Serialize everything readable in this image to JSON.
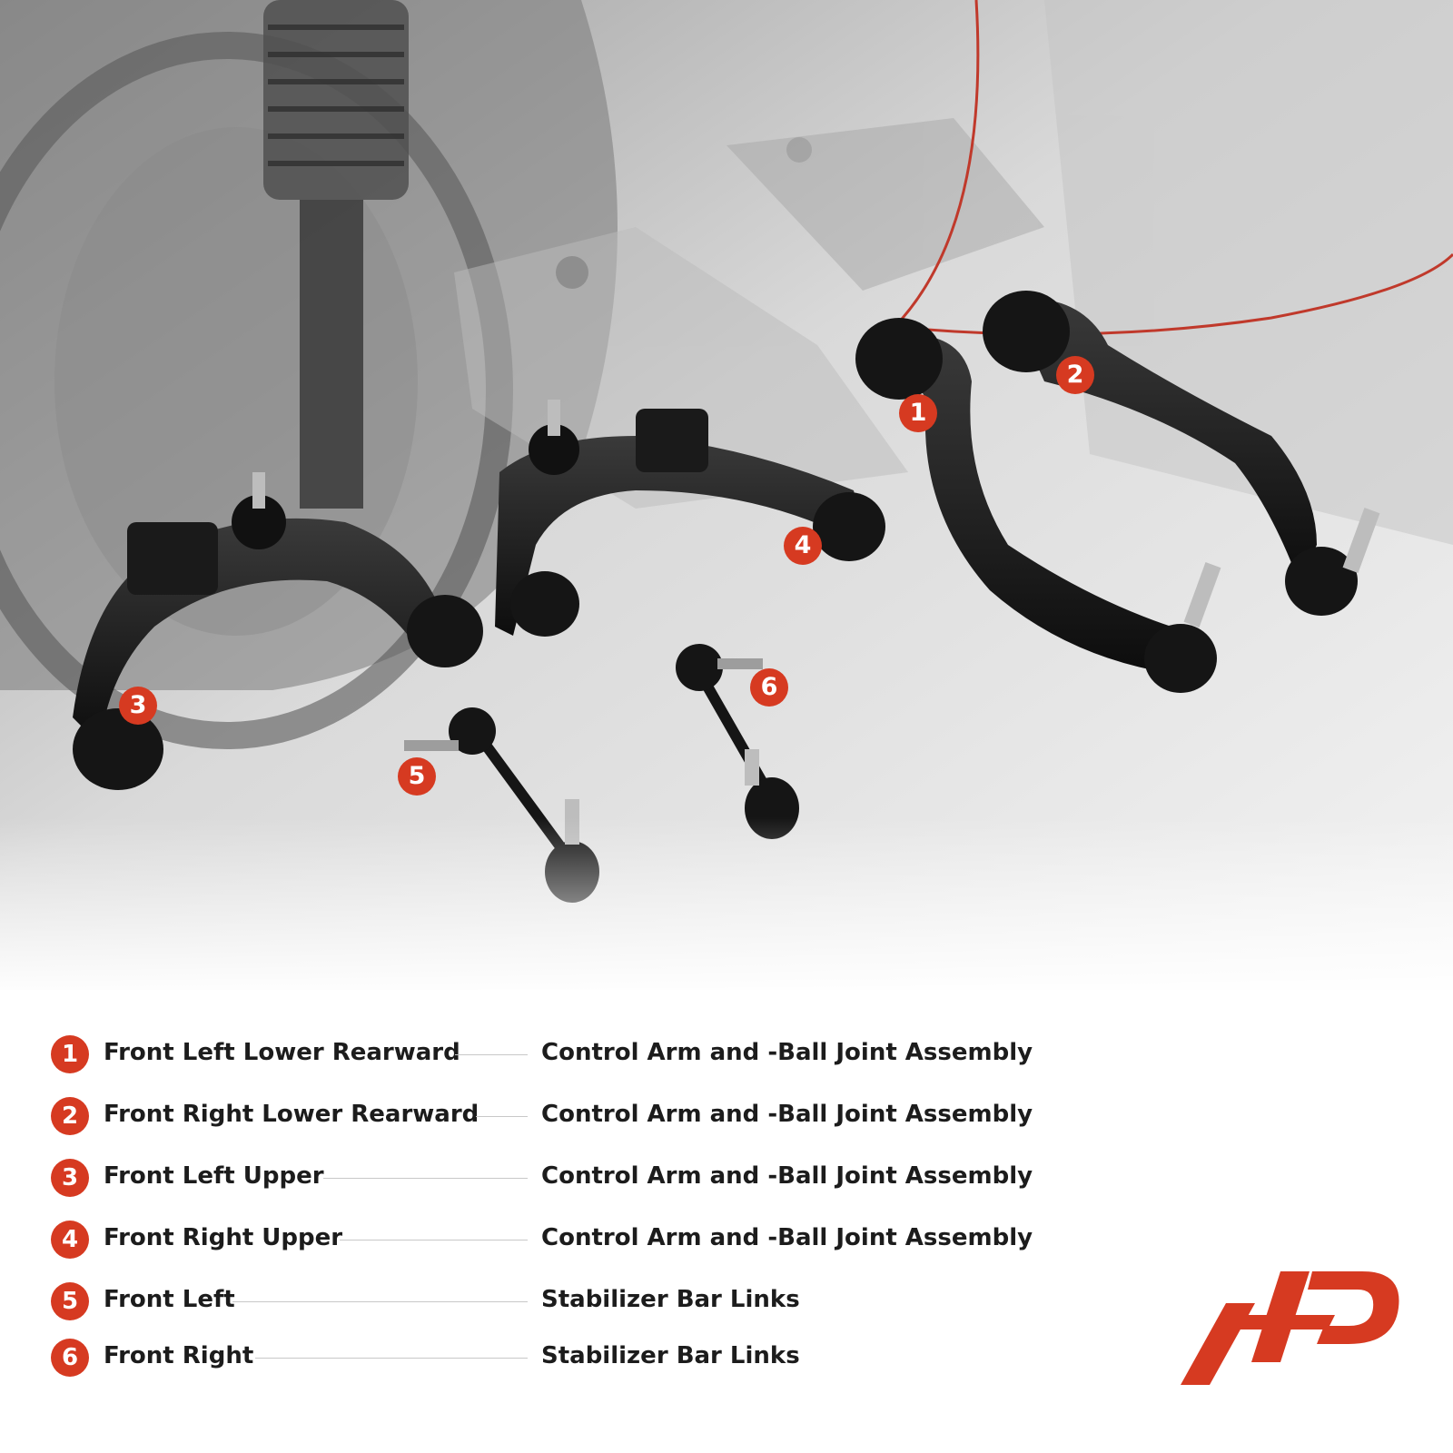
{
  "legend": [
    {
      "num": "1",
      "position": "Front Left Lower Rearward",
      "part": "Control Arm and -Ball Joint Assembly"
    },
    {
      "num": "2",
      "position": "Front Right Lower Rearward",
      "part": "Control Arm and -Ball Joint Assembly"
    },
    {
      "num": "3",
      "position": "Front Left Upper",
      "part": "Control Arm and -Ball Joint Assembly"
    },
    {
      "num": "4",
      "position": "Front Right Upper",
      "part": "Control Arm and -Ball Joint Assembly"
    },
    {
      "num": "5",
      "position": "Front Left",
      "part": "Stabilizer Bar Links"
    },
    {
      "num": "6",
      "position": "Front Right",
      "part": "Stabilizer Bar Links"
    }
  ],
  "colors": {
    "accent": "#d63a21",
    "text": "#1c1c1c",
    "rule": "#c8c8c8"
  },
  "logo_icon": "ap-logo-icon"
}
